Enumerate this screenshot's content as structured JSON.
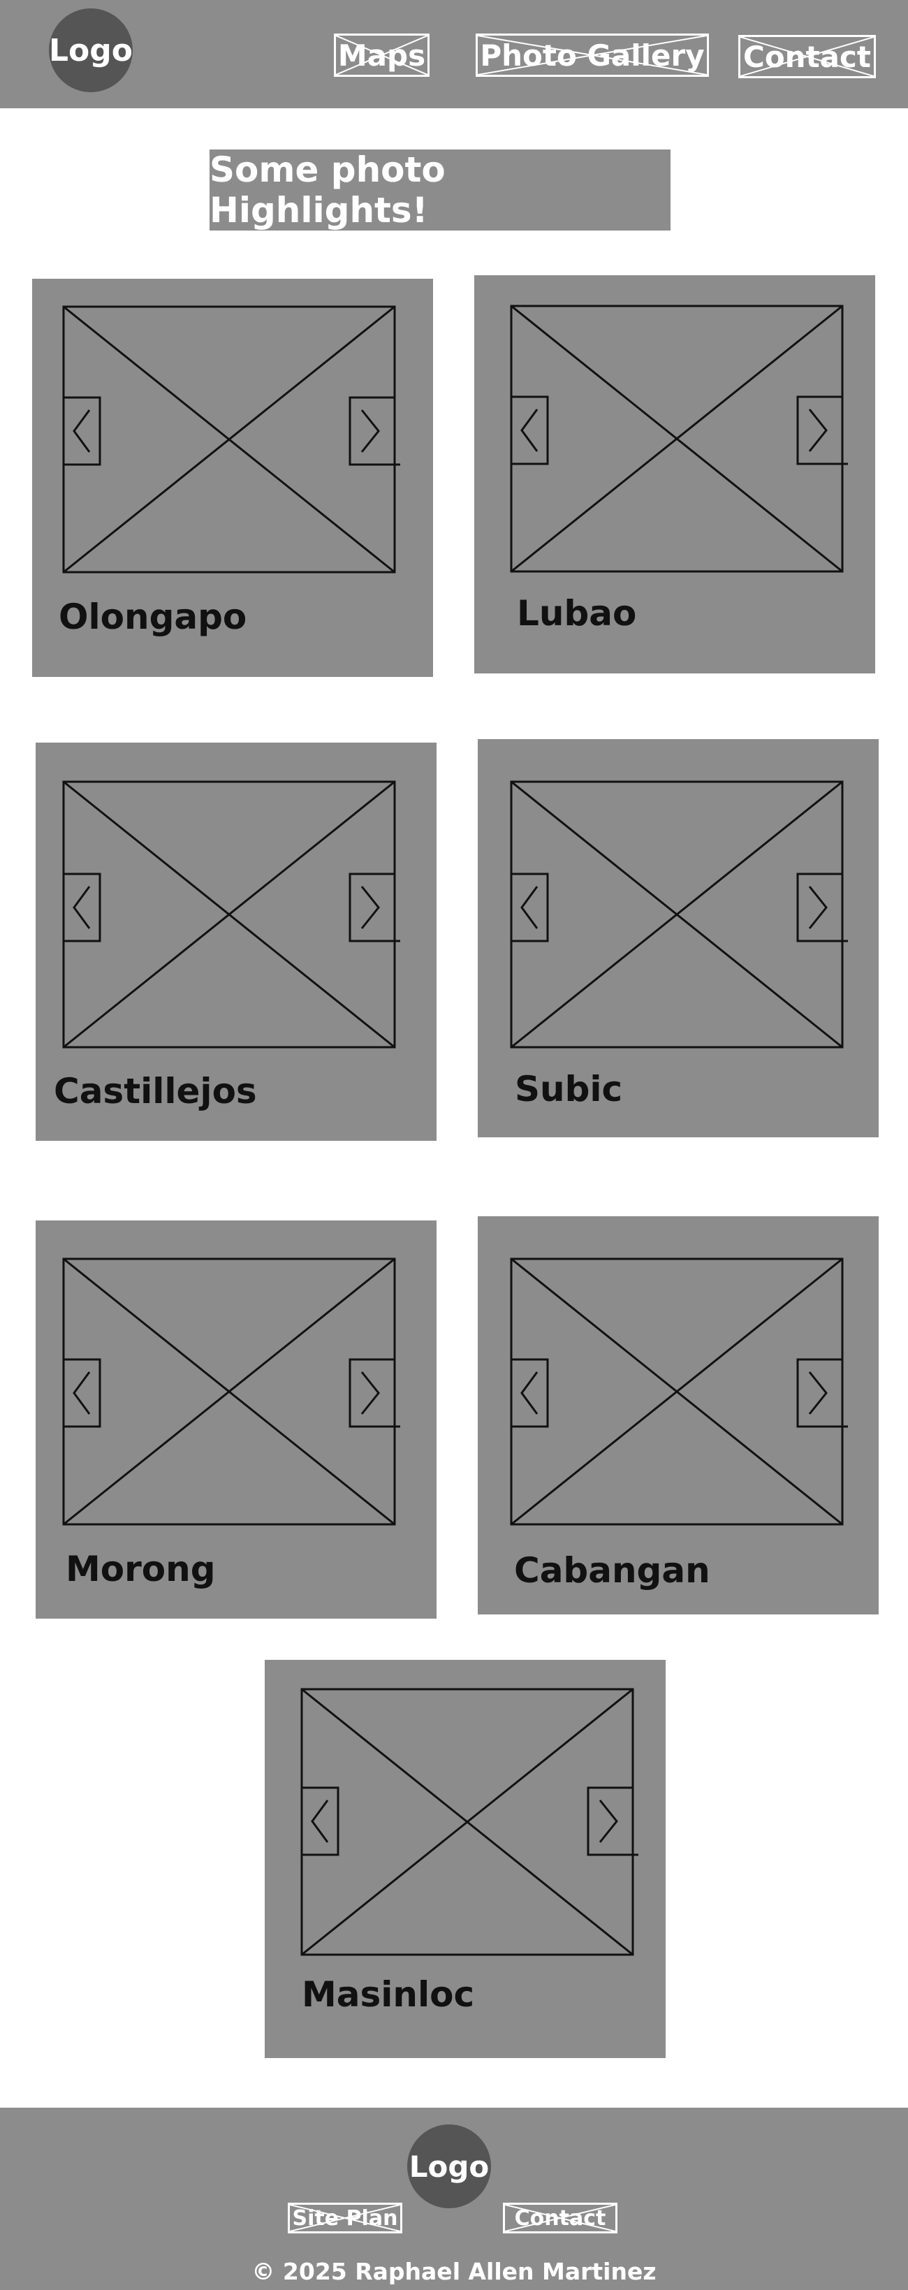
{
  "header": {
    "logo": "Logo",
    "nav": [
      {
        "label": "Maps"
      },
      {
        "label": "Photo Gallery"
      },
      {
        "label": "Contact"
      }
    ]
  },
  "main": {
    "title": "Some photo Highlights!",
    "cards": [
      {
        "label": "Olongapo"
      },
      {
        "label": "Lubao"
      },
      {
        "label": "Castillejos"
      },
      {
        "label": "Subic"
      },
      {
        "label": "Morong"
      },
      {
        "label": "Cabangan"
      },
      {
        "label": "Masinloc"
      }
    ]
  },
  "footer": {
    "logo": "Logo",
    "links": [
      {
        "label": "Site Plan"
      },
      {
        "label": "Contact"
      }
    ],
    "copyright": "© 2025 Raphael Allen Martinez"
  },
  "colors": {
    "panel_gray": "#8c8c8c",
    "logo_dark": "#555555",
    "text_white": "#ffffff",
    "line_black": "#111111"
  },
  "icons": [
    "chevron-left-icon",
    "chevron-right-icon",
    "image-placeholder-icon"
  ]
}
